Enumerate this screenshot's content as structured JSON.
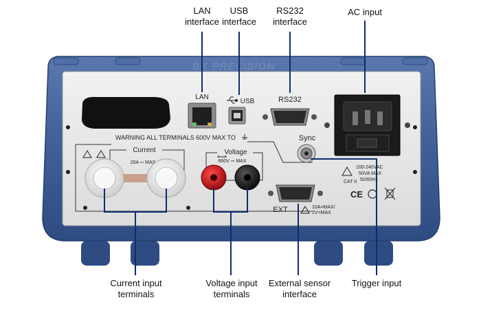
{
  "callouts": {
    "lan": [
      "LAN",
      "interface"
    ],
    "usb": [
      "USB",
      "interface"
    ],
    "rs232": [
      "RS232",
      "interface"
    ],
    "ac": [
      "AC input"
    ],
    "current": [
      "Current input",
      "terminals"
    ],
    "voltage": [
      "Voltage input",
      "terminals"
    ],
    "ext_sensor": [
      "External sensor",
      "interface"
    ],
    "trigger": [
      "Trigger input"
    ]
  },
  "panel": {
    "brand": "BK PRECISION",
    "lan_label": "LAN",
    "usb_label": "USB",
    "rs232_label": "RS232",
    "sync_label": "Sync",
    "ext_label": "EXT",
    "warning": "WARNING ALL TERMINALS 600V MAX TO",
    "current_title": "Current",
    "current_rating": "20A ⎓ MAX",
    "voltage_title": "Voltage",
    "voltage_rating": "660V ⎓ MAX",
    "ext_rating_1": "10A=MAX/",
    "ext_rating_2": "2V=MAX",
    "ac_rating_1": "100-240VAC",
    "ac_rating_2": "50VA MAX",
    "ac_rating_3": "50/60Hz",
    "cat": "CAT II",
    "ce_mark": "CE"
  },
  "colors": {
    "bezel": "#3f5f97",
    "bezel_dark": "#2a4678",
    "panel": "#eaeaea",
    "leader": "#0d2c6e",
    "red_jack": "#c8161d",
    "black_jack": "#1c1c1c",
    "white_jack": "#efefef"
  }
}
